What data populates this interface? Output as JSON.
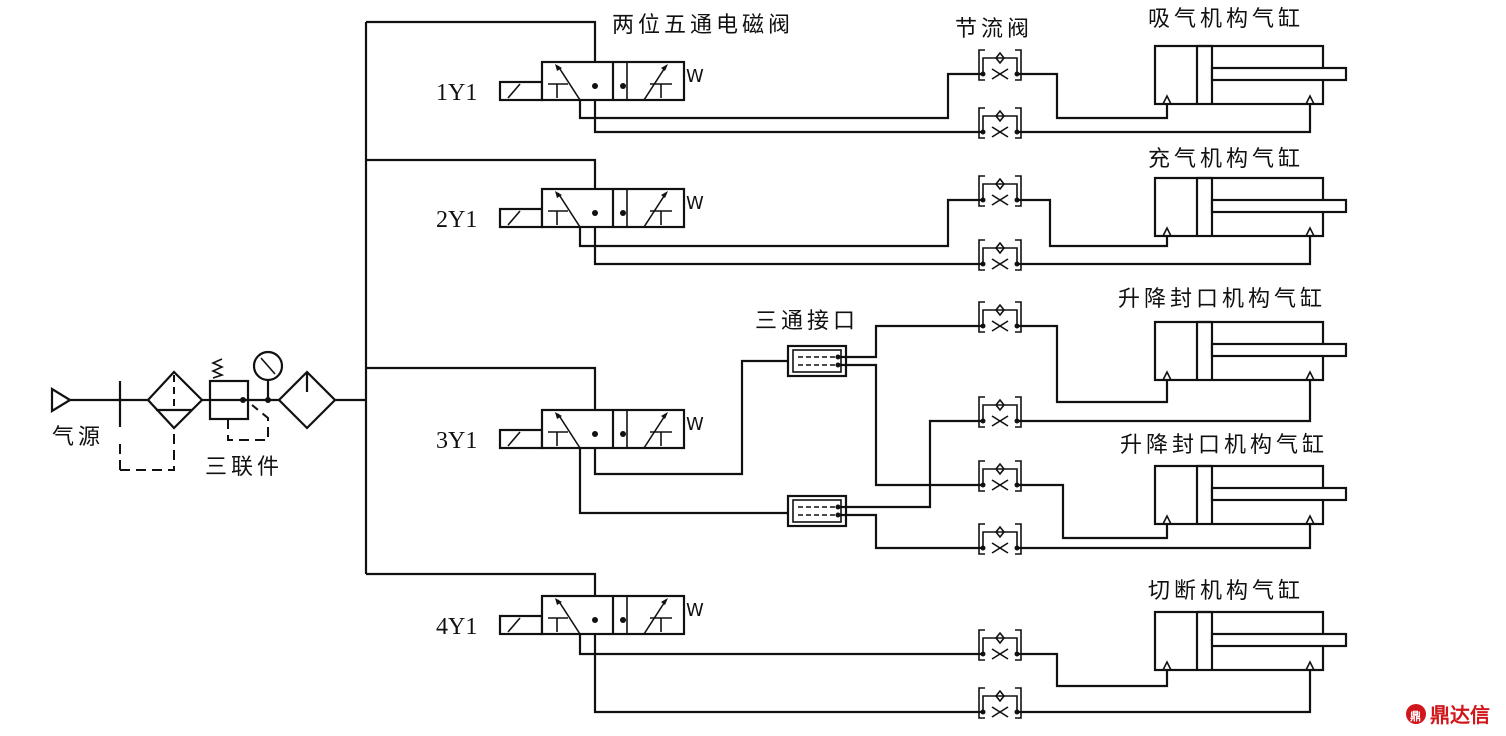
{
  "labels": {
    "source": "气源",
    "frl_unit": "三联件",
    "solenoid_valve": "两位五通电磁阀",
    "throttle_valve": "节流阀",
    "tee_joint": "三通接口"
  },
  "valves": [
    {
      "id": "1Y1",
      "label": "1Y1"
    },
    {
      "id": "2Y1",
      "label": "2Y1"
    },
    {
      "id": "3Y1",
      "label": "3Y1"
    },
    {
      "id": "4Y1",
      "label": "4Y1"
    }
  ],
  "cylinders": [
    {
      "label": "吸气机构气缸",
      "valve": "1Y1"
    },
    {
      "label": "充气机构气缸",
      "valve": "2Y1"
    },
    {
      "label": "升降封口机构气缸",
      "valve": "3Y1"
    },
    {
      "label": "升降封口机构气缸",
      "valve": "3Y1"
    },
    {
      "label": "切断机构气缸",
      "valve": "4Y1"
    }
  ],
  "spring_symbol": "W",
  "watermark": {
    "text": "鼎达信",
    "color": "#d0161b"
  }
}
